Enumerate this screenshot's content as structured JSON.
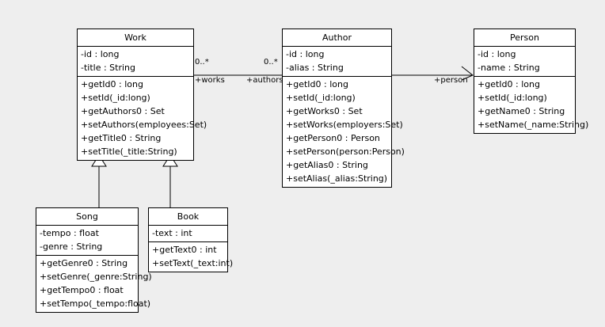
{
  "diagram": {
    "title": "UML Class Diagram",
    "background_color": "#eeeeee",
    "box_fill_color": "#ffffff",
    "line_color": "#000000",
    "classes": [
      {
        "id": "work",
        "name": "Work",
        "attributes": [
          "-id : long",
          "-title : String"
        ],
        "operations": [
          "+getId0 : long",
          "+setId(_id:long)",
          "+getAuthors0 : Set",
          "+setAuthors(employees:Set)",
          "+getTitle0 : String",
          "+setTitle(_title:String)"
        ]
      },
      {
        "id": "author",
        "name": "Author",
        "attributes": [
          "-id : long",
          "-alias : String"
        ],
        "operations": [
          "+getId0 : long",
          "+setId(_id:long)",
          "+getWorks0 : Set",
          "+setWorks(employers:Set)",
          "+getPerson0 : Person",
          "+setPerson(person:Person)",
          "+getAlias0 : String",
          "+setAlias(_alias:String)"
        ]
      },
      {
        "id": "person",
        "name": "Person",
        "attributes": [
          "-id : long",
          "-name : String"
        ],
        "operations": [
          "+getId0 : long",
          "+setId(_id:long)",
          "+getName0 : String",
          "+setName(_name:String)"
        ]
      },
      {
        "id": "song",
        "name": "Song",
        "attributes": [
          "-tempo : float",
          "-genre : String"
        ],
        "operations": [
          "+getGenre0 : String",
          "+setGenre(_genre:String)",
          "+getTempo0 : float",
          "+setTempo(_tempo:float)"
        ]
      },
      {
        "id": "book",
        "name": "Book",
        "attributes": [
          "-text : int"
        ],
        "operations": [
          "+getText0 : int",
          "+setText(_text:int)"
        ]
      }
    ],
    "associations": [
      {
        "id": "work-author",
        "from": "work",
        "to": "author",
        "type": "association",
        "source_multiplicity": "0..*",
        "target_multiplicity": "0..*",
        "source_role": "+works",
        "target_role": "+authors"
      },
      {
        "id": "author-person",
        "from": "author",
        "to": "person",
        "type": "directed-association",
        "target_role": "+person"
      }
    ],
    "generalizations": [
      {
        "id": "song-work",
        "from": "song",
        "to": "work",
        "type": "generalization"
      },
      {
        "id": "book-work",
        "from": "book",
        "to": "work",
        "type": "generalization"
      }
    ]
  }
}
